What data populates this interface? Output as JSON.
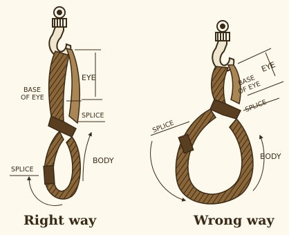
{
  "panels": {
    "right": {
      "caption": "Right way",
      "labels": {
        "eye": "EYE",
        "base_of_eye_1": "BASE",
        "base_of_eye_2": "OF EYE",
        "splice_top": "SPLICE",
        "body": "BODY",
        "splice_bottom": "SPLICE"
      }
    },
    "wrong": {
      "caption": "Wrong way",
      "labels": {
        "eye": "EYE",
        "base_of_eye_1": "BASE",
        "base_of_eye_2": "OF EYE",
        "splice_top": "SPLICE",
        "splice_left": "SPLICE",
        "body": "BODY"
      }
    }
  },
  "colors": {
    "ink": "#3a2a18",
    "sling": "#7a5a30",
    "background": "#fdf9ec"
  },
  "icons": [
    "hoist-hook-icon",
    "hoist-hook-icon"
  ]
}
